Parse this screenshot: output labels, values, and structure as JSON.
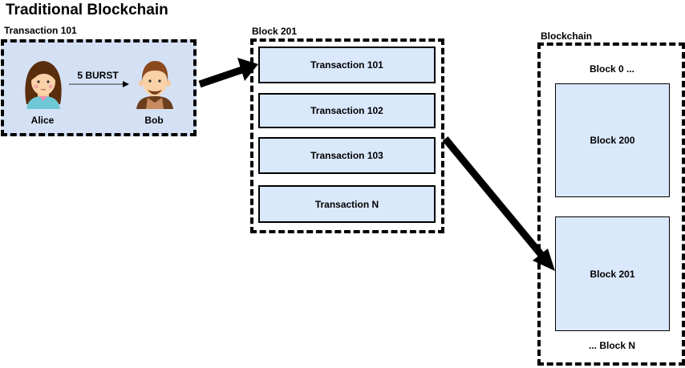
{
  "title": "Traditional Blockchain",
  "transaction": {
    "label": "Transaction 101",
    "sender": "Alice",
    "receiver": "Bob",
    "amount": "5 BURST",
    "fill": "#d4e1f5"
  },
  "block": {
    "label": "Block 201",
    "transactions": [
      "Transaction 101",
      "Transaction 102",
      "Transaction 103",
      "Transaction N"
    ],
    "fill": "#dae8fc"
  },
  "blockchain": {
    "label": "Blockchain",
    "top_text": "Block 0 ...",
    "blocks": [
      "Block 200",
      "Block 201"
    ],
    "bottom_text": "... Block N"
  }
}
